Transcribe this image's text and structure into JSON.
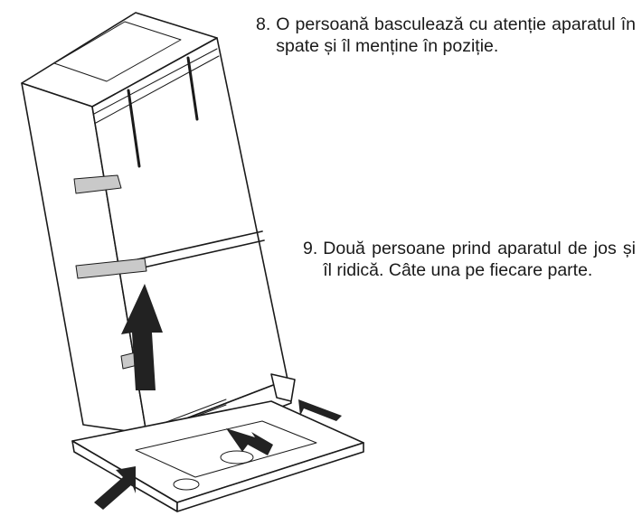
{
  "steps": [
    {
      "number": "8.",
      "text": "O persoană basculează cu atenție aparatul în spate și îl menține în poziție."
    },
    {
      "number": "9.",
      "text": "Două persoane prind aparatul de jos și îl ridică. Câte una pe fiecare parte."
    }
  ],
  "colors": {
    "line": "#1a1a1a",
    "tape": "#c9c9c9",
    "arrow": "#222222"
  },
  "icons": [
    "up-arrow-icon",
    "diagonal-arrow-icon"
  ]
}
